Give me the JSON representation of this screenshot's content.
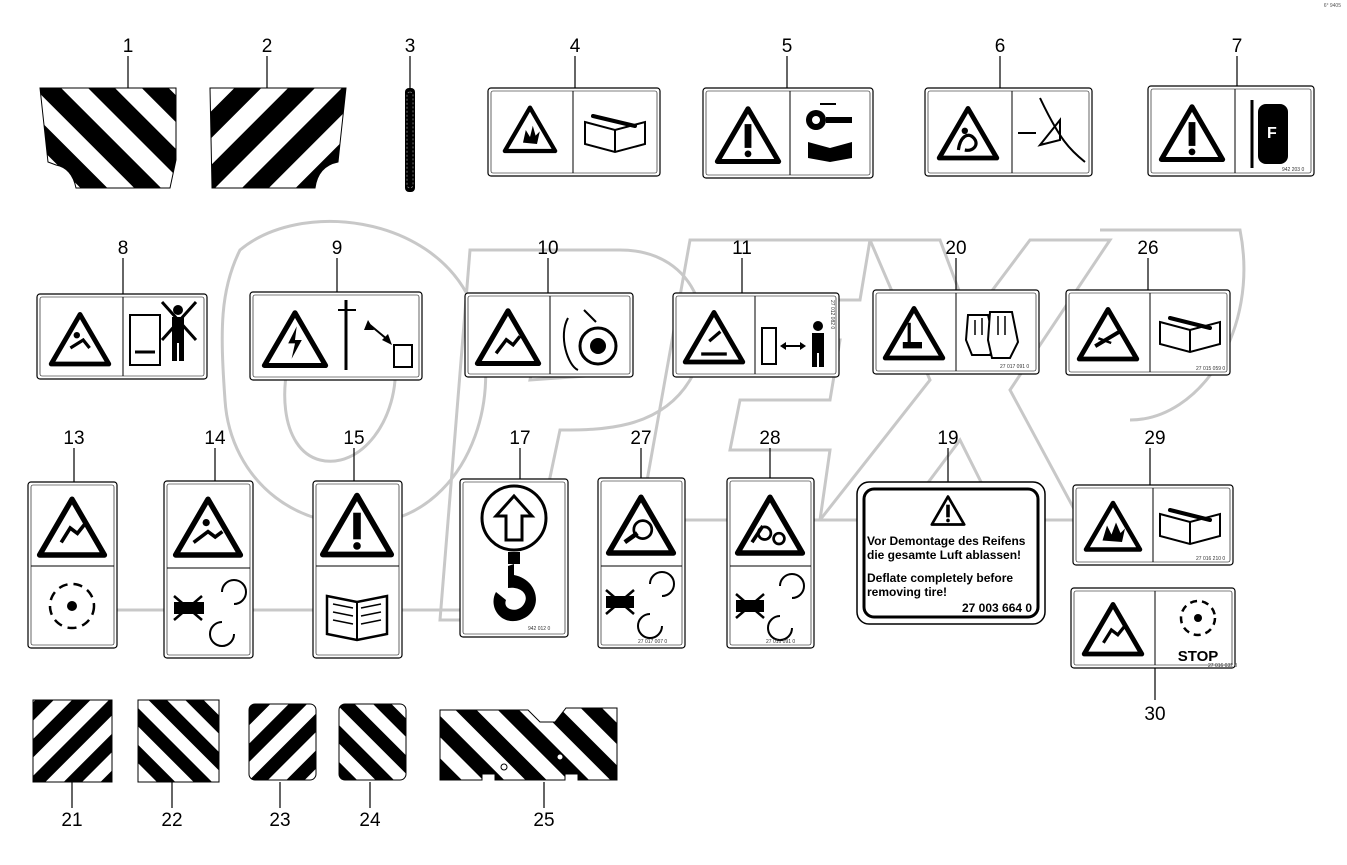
{
  "labels": {
    "l1": "1",
    "l2": "2",
    "l3": "3",
    "l4": "4",
    "l5": "5",
    "l6": "6",
    "l7": "7",
    "l8": "8",
    "l9": "9",
    "l10": "10",
    "l11": "11",
    "l20": "20",
    "l26": "26",
    "l13": "13",
    "l14": "14",
    "l15": "15",
    "l17": "17",
    "l27": "27",
    "l28": "28",
    "l19": "19",
    "l29": "29",
    "l30": "30",
    "l21": "21",
    "l22": "22",
    "l23": "23",
    "l24": "24",
    "l25": "25"
  },
  "decal19": {
    "line1": "Vor Demontage des Reifens",
    "line2": "die gesamte Luft ablassen!",
    "line3": "Deflate completely before",
    "line4": "removing tire!",
    "partno": "27 003 664 0"
  },
  "decal30": {
    "stop": "STOP"
  },
  "decal7": {
    "letter": "F"
  },
  "small_codes": {
    "c7": "942 203 0",
    "c11": "27 012 082 0",
    "c20": "27 017 091 0",
    "c26": "27 015 059 0",
    "c17": "942 012 0",
    "c27": "27 017 007 0",
    "c28": "27 016 091 0",
    "c29": "27 016 210 0",
    "c30": "27 016 032 0"
  },
  "page_ref": "6° 9405",
  "icons": [
    "explosion-warning-icon",
    "manual-wrench-icon",
    "warning-exclamation-icon",
    "key-removal-icon",
    "entanglement-warning-icon",
    "fire-extinguisher-icon",
    "fall-warning-icon",
    "electric-hazard-icon",
    "cutting-hand-warning-icon",
    "rotor-icon",
    "hot-surface-icon",
    "gloves-icon",
    "lift-hook-icon",
    "manual-book-icon",
    "rotating-arrows-icon"
  ]
}
